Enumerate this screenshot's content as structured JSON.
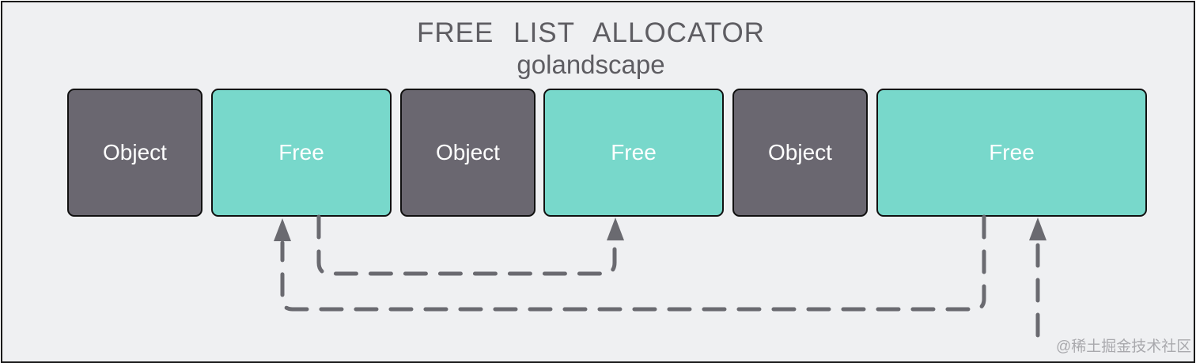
{
  "diagram": {
    "title": "FREE LIST ALLOCATOR",
    "subtitle": "golandscape",
    "blocks": [
      {
        "label": "Object",
        "type": "object"
      },
      {
        "label": "Free",
        "type": "free"
      },
      {
        "label": "Object",
        "type": "object"
      },
      {
        "label": "Free",
        "type": "free"
      },
      {
        "label": "Object",
        "type": "object"
      },
      {
        "label": "Free",
        "type": "free"
      }
    ],
    "links": [
      {
        "from": "free-1",
        "to": "free-2",
        "style": "dashed-arrow"
      },
      {
        "from": "free-3",
        "to": "free-1",
        "style": "dashed-arrow"
      },
      {
        "from": "external",
        "to": "free-3",
        "style": "dashed-arrow"
      }
    ],
    "colors": {
      "object": "#6a6770",
      "free": "#78d8cb",
      "background": "#eff0f2",
      "arrow": "#6a6a70",
      "text": "#5e5d62"
    }
  },
  "watermark": "@稀土掘金技术社区"
}
